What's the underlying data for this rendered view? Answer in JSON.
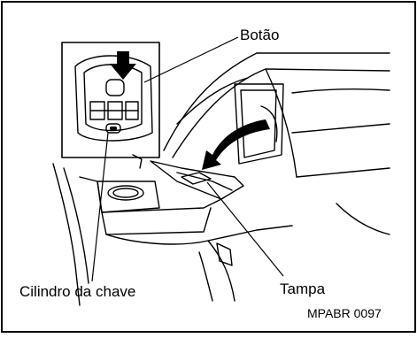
{
  "labels": {
    "button": "Botão",
    "key_cylinder": "Cilindro da chave",
    "cover": "Tampa",
    "figure_code": "MPABR 0097"
  },
  "colors": {
    "line": "#000000",
    "background": "#ffffff",
    "arrow_fill": "#000000"
  },
  "icons": [
    "push-down-arrow-icon",
    "curved-open-arrow-icon",
    "keyhole-icon"
  ]
}
